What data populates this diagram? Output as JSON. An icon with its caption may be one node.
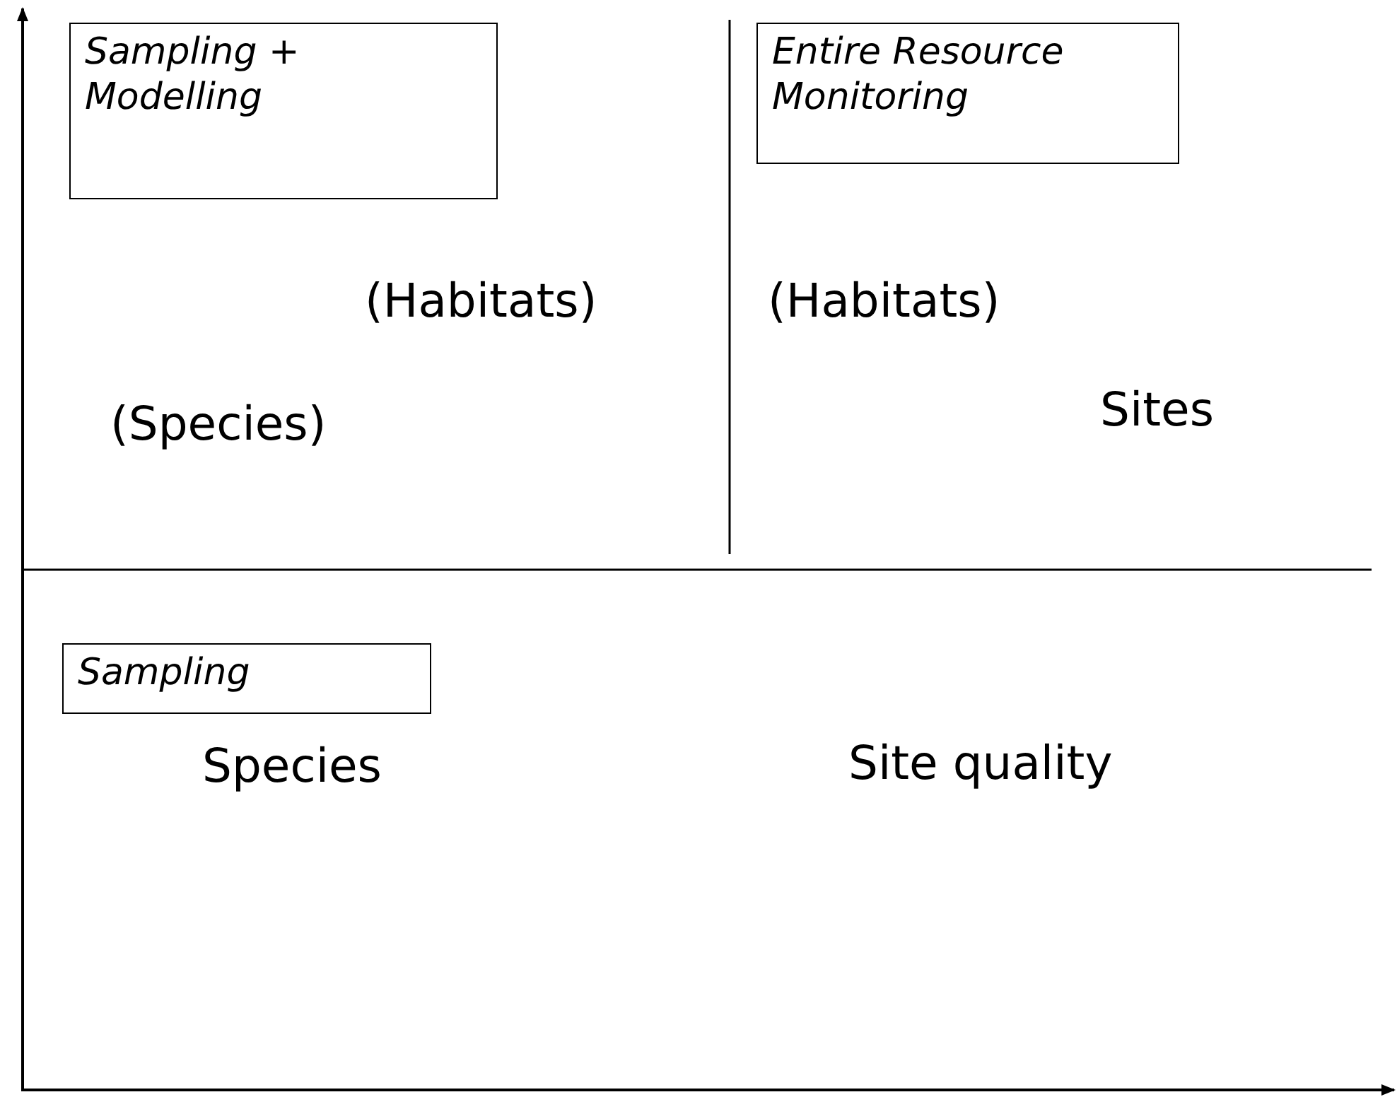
{
  "diagram": {
    "nodes": [
      {
        "text": [
          "Sampling + Modelling"
        ]
      },
      {
        "text": [
          "Entire Resource Monitoring"
        ]
      },
      {
        "text": [
          "Sampling"
        ]
      }
    ],
    "labels": [
      "(Habitats)",
      "(Species)",
      "(Habitats)",
      "Sites",
      "Species",
      "Site quality"
    ]
  }
}
